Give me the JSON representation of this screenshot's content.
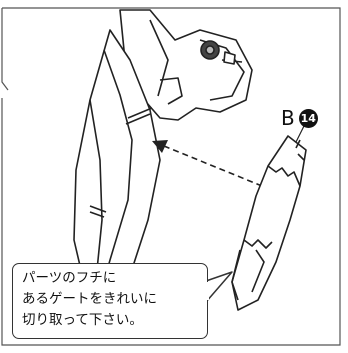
{
  "part": {
    "letter": "B",
    "number": "14"
  },
  "note": {
    "lines": [
      "パーツのフチに",
      "あるゲートをきれいに",
      "切り取って下さい。"
    ]
  }
}
